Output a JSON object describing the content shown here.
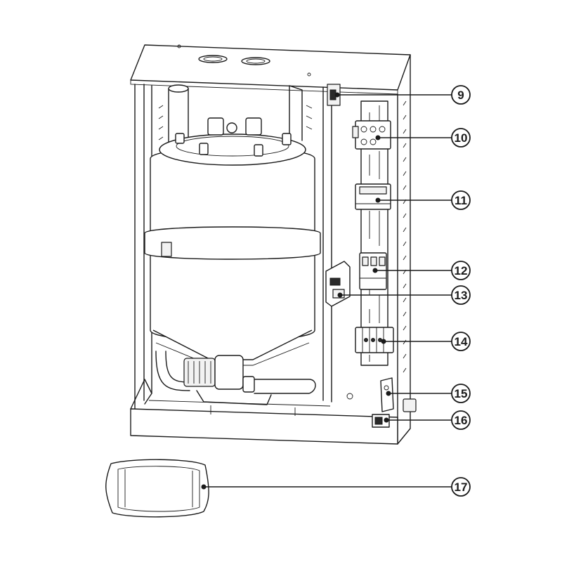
{
  "callouts": [
    {
      "id": "c9",
      "number": "9"
    },
    {
      "id": "c10",
      "number": "10"
    },
    {
      "id": "c11",
      "number": "11"
    },
    {
      "id": "c12",
      "number": "12"
    },
    {
      "id": "c13",
      "number": "13"
    },
    {
      "id": "c14",
      "number": "14"
    },
    {
      "id": "c15",
      "number": "15"
    },
    {
      "id": "c16",
      "number": "16"
    },
    {
      "id": "c17",
      "number": "17"
    }
  ]
}
